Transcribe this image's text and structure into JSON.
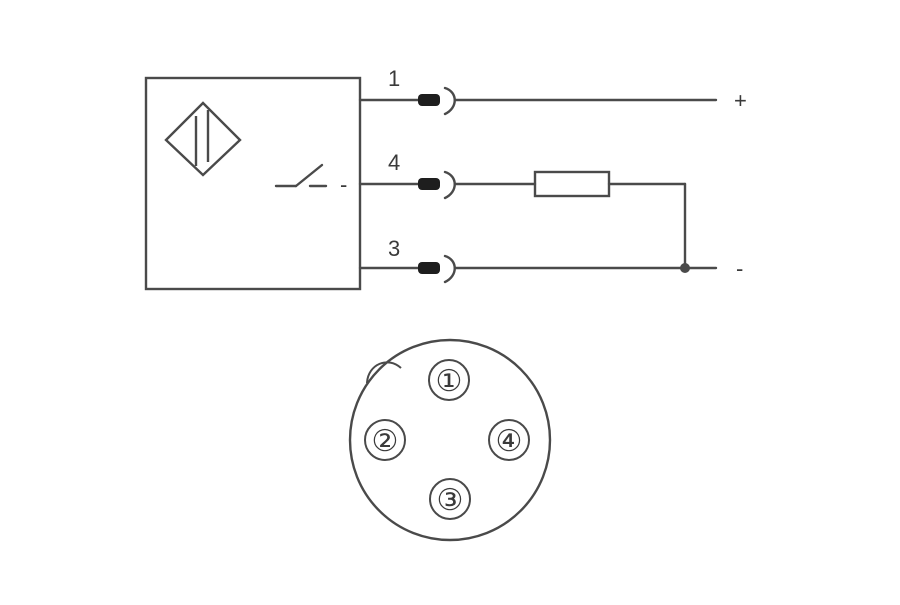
{
  "diagram": {
    "wires": [
      {
        "pin": "1",
        "polarity": "+"
      },
      {
        "pin": "4",
        "polarity": ""
      },
      {
        "pin": "3",
        "polarity": "-"
      }
    ],
    "switch_mark": "-",
    "connector_pins": [
      "①",
      "②",
      "④",
      "③"
    ]
  }
}
